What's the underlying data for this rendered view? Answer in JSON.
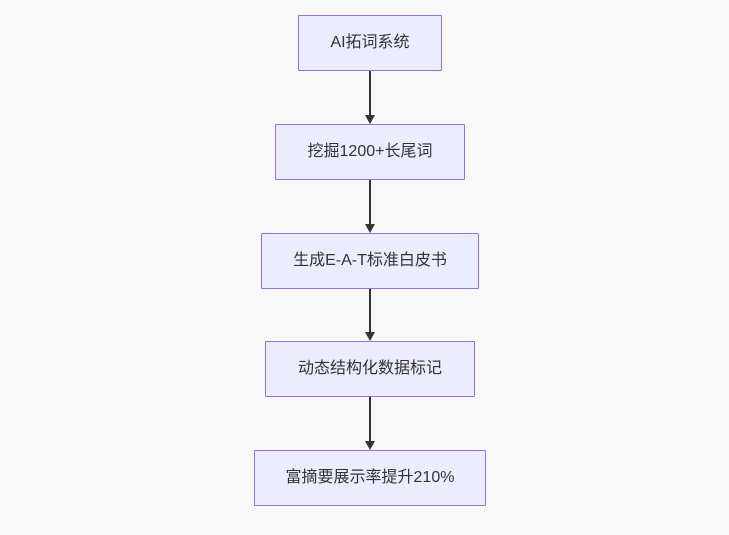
{
  "diagram": {
    "type": "flowchart",
    "direction": "top-down",
    "nodes": [
      {
        "id": "A",
        "label": "AI拓词系统"
      },
      {
        "id": "B",
        "label": "挖掘1200+长尾词"
      },
      {
        "id": "C",
        "label": "生成E-A-T标准白皮书"
      },
      {
        "id": "D",
        "label": "动态结构化数据标记"
      },
      {
        "id": "E",
        "label": "富摘要展示率提升210%"
      }
    ],
    "edges": [
      {
        "from": "A",
        "to": "B"
      },
      {
        "from": "B",
        "to": "C"
      },
      {
        "from": "C",
        "to": "D"
      },
      {
        "from": "D",
        "to": "E"
      }
    ],
    "colors": {
      "node_fill": "#ECECFF",
      "node_border": "#9370DB",
      "node_text": "#333333",
      "arrow": "#333333",
      "background": "#f8f8f8"
    }
  }
}
